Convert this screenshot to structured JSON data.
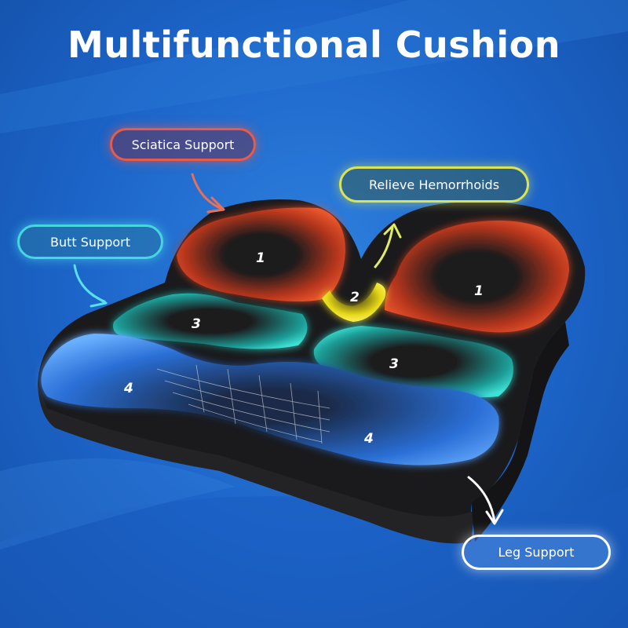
{
  "title": "Multifunctional Cushion",
  "labels": {
    "sciatica": "Sciatica Support",
    "hemorrhoids": "Relieve Hemorrhoids",
    "butt": "Butt Support",
    "leg": "Leg Support"
  },
  "zones": {
    "left_rear": "1",
    "right_rear": "1",
    "center": "2",
    "left_mid": "3",
    "right_mid": "3",
    "front_left": "4",
    "front_right": "4"
  },
  "colors": {
    "background": "#1c64c8",
    "sciatica_zone": "#e84a2a",
    "hemorrhoid_zone": "#f0e020",
    "butt_zone": "#2ed3c8",
    "leg_zone": "#3d8cf0",
    "cushion": "#1a1a1c"
  }
}
